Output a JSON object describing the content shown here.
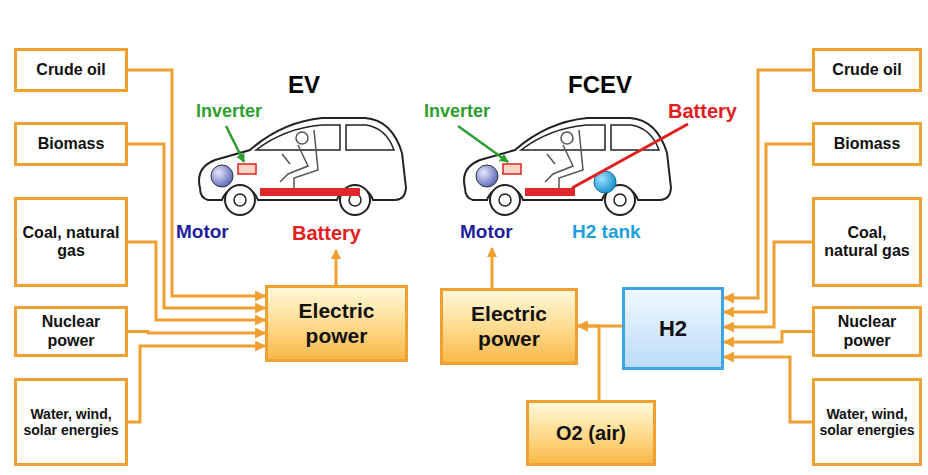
{
  "diagram": {
    "nodes": [
      {
        "text": [
          "Crude oil"
        ]
      },
      {
        "text": [
          "Biomass"
        ]
      },
      {
        "text": [
          "Coal, natural gas"
        ]
      },
      {
        "text": [
          "Nuclear power"
        ]
      },
      {
        "text": [
          "Water, wind, solar energies"
        ]
      },
      {
        "text": [
          "Electric power"
        ]
      },
      {
        "text": [
          "Electric power"
        ]
      },
      {
        "text": [
          "H2"
        ]
      },
      {
        "text": [
          "O2 (air)"
        ]
      },
      {
        "text": [
          "Crude oil"
        ]
      },
      {
        "text": [
          "Biomass"
        ]
      },
      {
        "text": [
          "Coal, natural gas"
        ]
      },
      {
        "text": [
          "Nuclear power"
        ]
      },
      {
        "text": [
          "Water, wind, solar energies"
        ]
      }
    ],
    "edges": [
      {
        "from": 0,
        "to": 5,
        "arrow": "to"
      },
      {
        "from": 1,
        "to": 5,
        "arrow": "to"
      },
      {
        "from": 2,
        "to": 5,
        "arrow": "to"
      },
      {
        "from": 3,
        "to": 5,
        "arrow": "to"
      },
      {
        "from": 4,
        "to": 5,
        "arrow": "to"
      },
      {
        "from": 9,
        "to": 7,
        "arrow": "to"
      },
      {
        "from": 10,
        "to": 7,
        "arrow": "to"
      },
      {
        "from": 11,
        "to": 7,
        "arrow": "to"
      },
      {
        "from": 12,
        "to": 7,
        "arrow": "to"
      },
      {
        "from": 13,
        "to": 7,
        "arrow": "to"
      },
      {
        "from": 7,
        "to": 6,
        "arrow": "to"
      },
      {
        "from": 8,
        "to": 6,
        "arrow": "to"
      }
    ],
    "labels": [
      "EV",
      "FCEV",
      "Inverter",
      "Motor",
      "Battery",
      "Inverter",
      "Battery",
      "Motor",
      "H2 tank"
    ]
  }
}
